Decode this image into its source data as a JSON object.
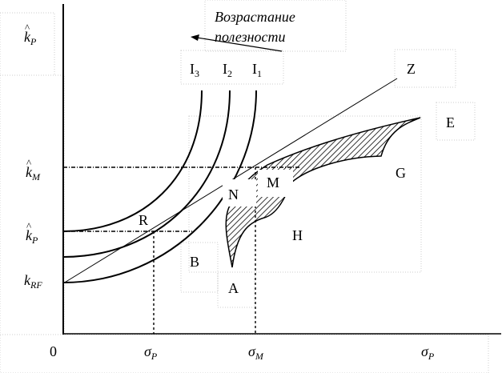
{
  "header": {
    "annotation_line1": "Возрастание",
    "annotation_line2": "полезности"
  },
  "y_axis": {
    "top_label": {
      "symbol": "k",
      "sub": "P"
    },
    "tick_km": {
      "symbol": "k",
      "sub": "M"
    },
    "tick_kp": {
      "symbol": "k",
      "sub": "P"
    },
    "tick_krf": {
      "symbol": "k",
      "sub": "RF"
    }
  },
  "x_axis": {
    "origin": "0",
    "tick_sp": {
      "symbol": "σ",
      "sub": "P"
    },
    "tick_sm": {
      "symbol": "σ",
      "sub": "M"
    },
    "end_label": {
      "symbol": "σ",
      "sub": "P"
    }
  },
  "curves": {
    "i3": {
      "symbol": "I",
      "sub": "3"
    },
    "i2": {
      "symbol": "I",
      "sub": "2"
    },
    "i1": {
      "symbol": "I",
      "sub": "1"
    }
  },
  "points": {
    "Z": "Z",
    "E": "E",
    "G": "G",
    "M": "M",
    "N": "N",
    "H": "H",
    "R": "R",
    "B": "B",
    "A": "A"
  }
}
